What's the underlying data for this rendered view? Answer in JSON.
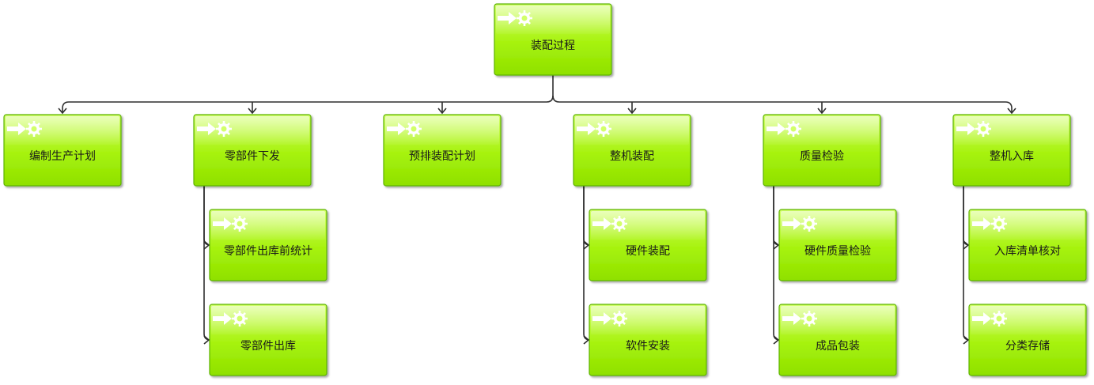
{
  "colors": {
    "box_top": "#d2ff6a",
    "box_mid": "#a6f20c",
    "box_bottom": "#8fe000",
    "box_border": "#5bb200",
    "connector": "#2f2f2f",
    "icon": "#ffffff",
    "label": "#1a1a1a"
  },
  "icon": "arrow-gear-icon",
  "root": {
    "label": "装配过程"
  },
  "branches": [
    {
      "label": "编制生产计划",
      "children": []
    },
    {
      "label": "零部件下发",
      "children": [
        {
          "label": "零部件出库前统计"
        },
        {
          "label": "零部件出库"
        }
      ]
    },
    {
      "label": "预排装配计划",
      "children": []
    },
    {
      "label": "整机装配",
      "children": [
        {
          "label": "硬件装配"
        },
        {
          "label": "软件安装"
        }
      ]
    },
    {
      "label": "质量检验",
      "children": [
        {
          "label": "硬件质量检验"
        },
        {
          "label": "成品包装"
        }
      ]
    },
    {
      "label": "整机入库",
      "children": [
        {
          "label": "入库清单核对"
        },
        {
          "label": "分类存储"
        }
      ]
    }
  ]
}
